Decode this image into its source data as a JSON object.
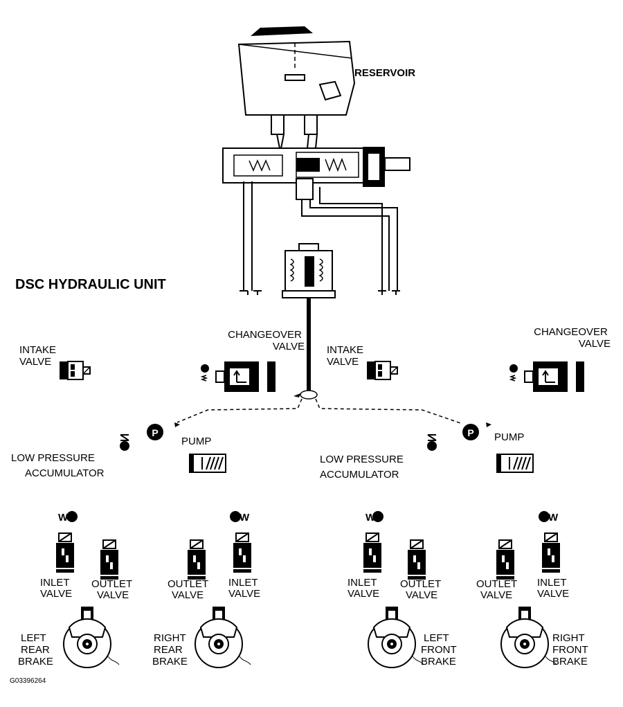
{
  "title": "DSC HYDRAULIC UNIT",
  "reservoir_label": "RESERVOIR",
  "figure_id": "G03396264",
  "pump_symbol": "P",
  "left": {
    "intake": [
      "INTAKE",
      "VALVE"
    ],
    "changeover": [
      "CHANGEOVER",
      "VALVE"
    ],
    "pump": "PUMP",
    "accumulator": [
      "LOW PRESSURE",
      "ACCUMULATOR"
    ],
    "w1": {
      "valve": [
        "INLET",
        "VALVE"
      ],
      "brake": [
        "LEFT",
        "REAR",
        "BRAKE"
      ]
    },
    "w1_outlet": [
      "OUTLET",
      "VALVE"
    ],
    "w2_outlet": [
      "OUTLET",
      "VALVE"
    ],
    "w2": {
      "valve": [
        "INLET",
        "VALVE"
      ],
      "brake": [
        "RIGHT",
        "REAR",
        "BRAKE"
      ]
    }
  },
  "right": {
    "intake": [
      "INTAKE",
      "VALVE"
    ],
    "changeover": [
      "CHANGEOVER",
      "VALVE"
    ],
    "pump": "PUMP",
    "accumulator": [
      "LOW PRESSURE",
      "ACCUMULATOR"
    ],
    "w1": {
      "valve": [
        "INLET",
        "VALVE"
      ],
      "brake": [
        "LEFT",
        "FRONT",
        "BRAKE"
      ]
    },
    "w1_outlet": [
      "OUTLET",
      "VALVE"
    ],
    "w2_outlet": [
      "OUTLET",
      "VALVE"
    ],
    "w2": {
      "valve": [
        "INLET",
        "VALVE"
      ],
      "brake": [
        "RIGHT",
        "FRONT",
        "BRAKE"
      ]
    }
  }
}
